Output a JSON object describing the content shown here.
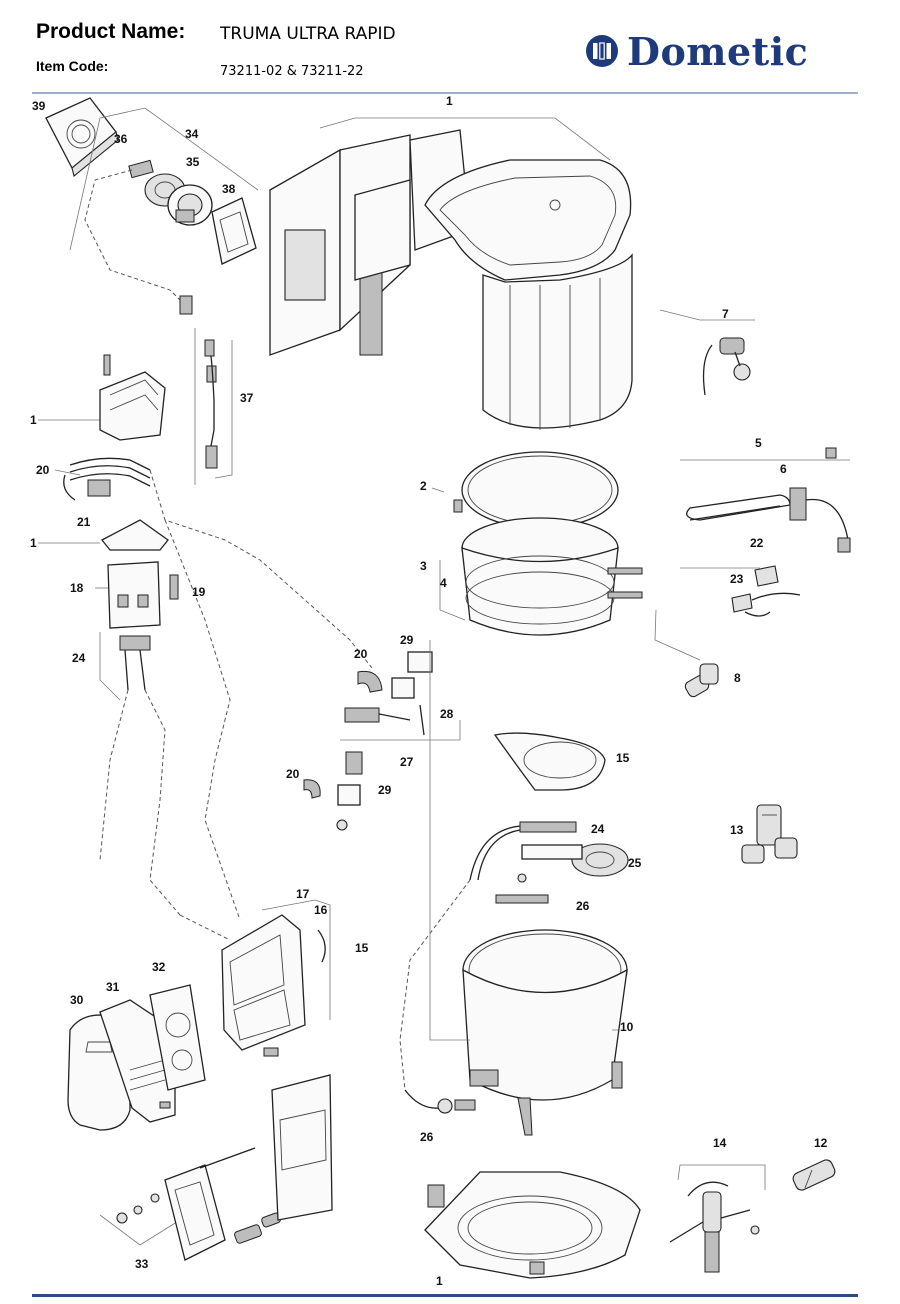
{
  "header": {
    "product_name_label": "Product Name:",
    "product_name_value": "TRUMA ULTRA RAPID",
    "item_code_label": "Item Code:",
    "item_code_value": "73211-02 & 73211-22",
    "logo_text": "Dometic",
    "brand_color": "#1f3a7a"
  },
  "callouts": [
    "39",
    "36",
    "34",
    "35",
    "38",
    "1",
    "7",
    "37",
    "1",
    "5",
    "6",
    "20",
    "2",
    "21",
    "1",
    "22",
    "3",
    "4",
    "23",
    "18",
    "19",
    "24",
    "20",
    "29",
    "8",
    "28",
    "27",
    "15",
    "20",
    "29",
    "24",
    "13",
    "25",
    "26",
    "17",
    "16",
    "15",
    "32",
    "31",
    "30",
    "10",
    "26",
    "14",
    "12",
    "33",
    "1"
  ]
}
